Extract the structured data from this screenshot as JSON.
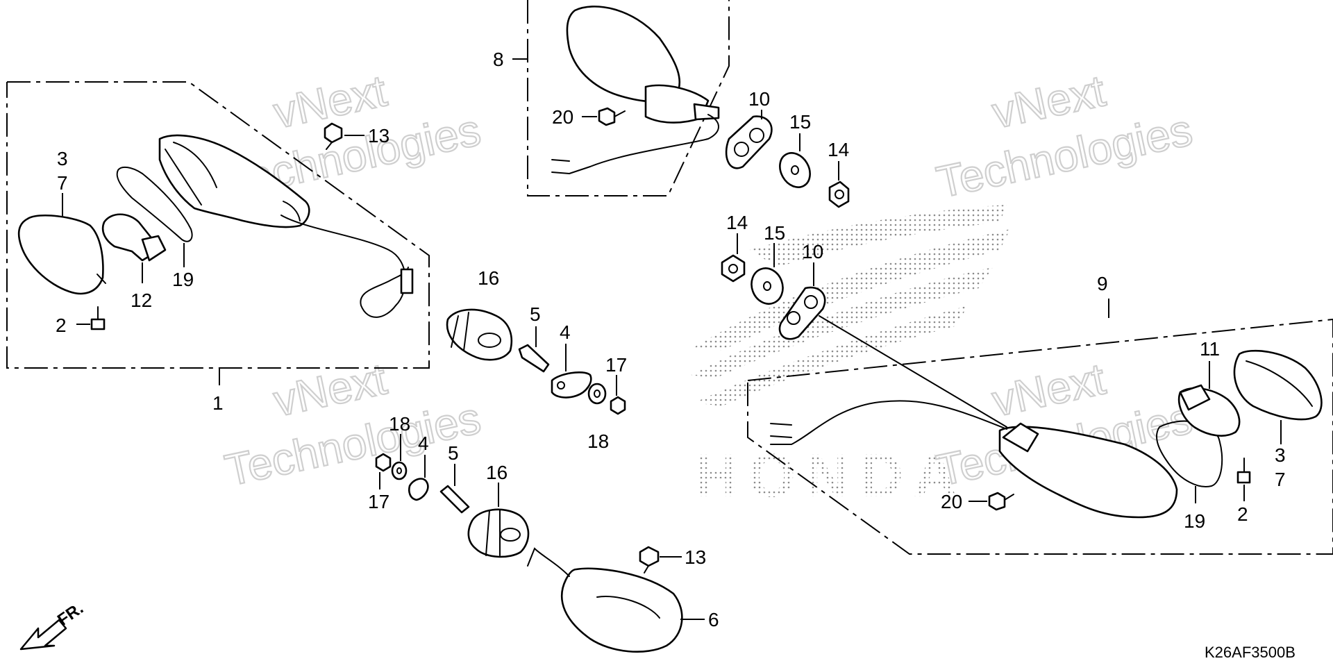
{
  "diagram": {
    "code": "K26AF3500B",
    "direction_label": "FR.",
    "watermark": {
      "line1": "vNext",
      "line2": "Technologies"
    },
    "logo_text": "HONDA",
    "callouts": [
      "1",
      "2",
      "3",
      "4",
      "5",
      "6",
      "7",
      "8",
      "9",
      "10",
      "11",
      "12",
      "13",
      "14",
      "15",
      "16",
      "17",
      "18",
      "19",
      "20"
    ]
  }
}
